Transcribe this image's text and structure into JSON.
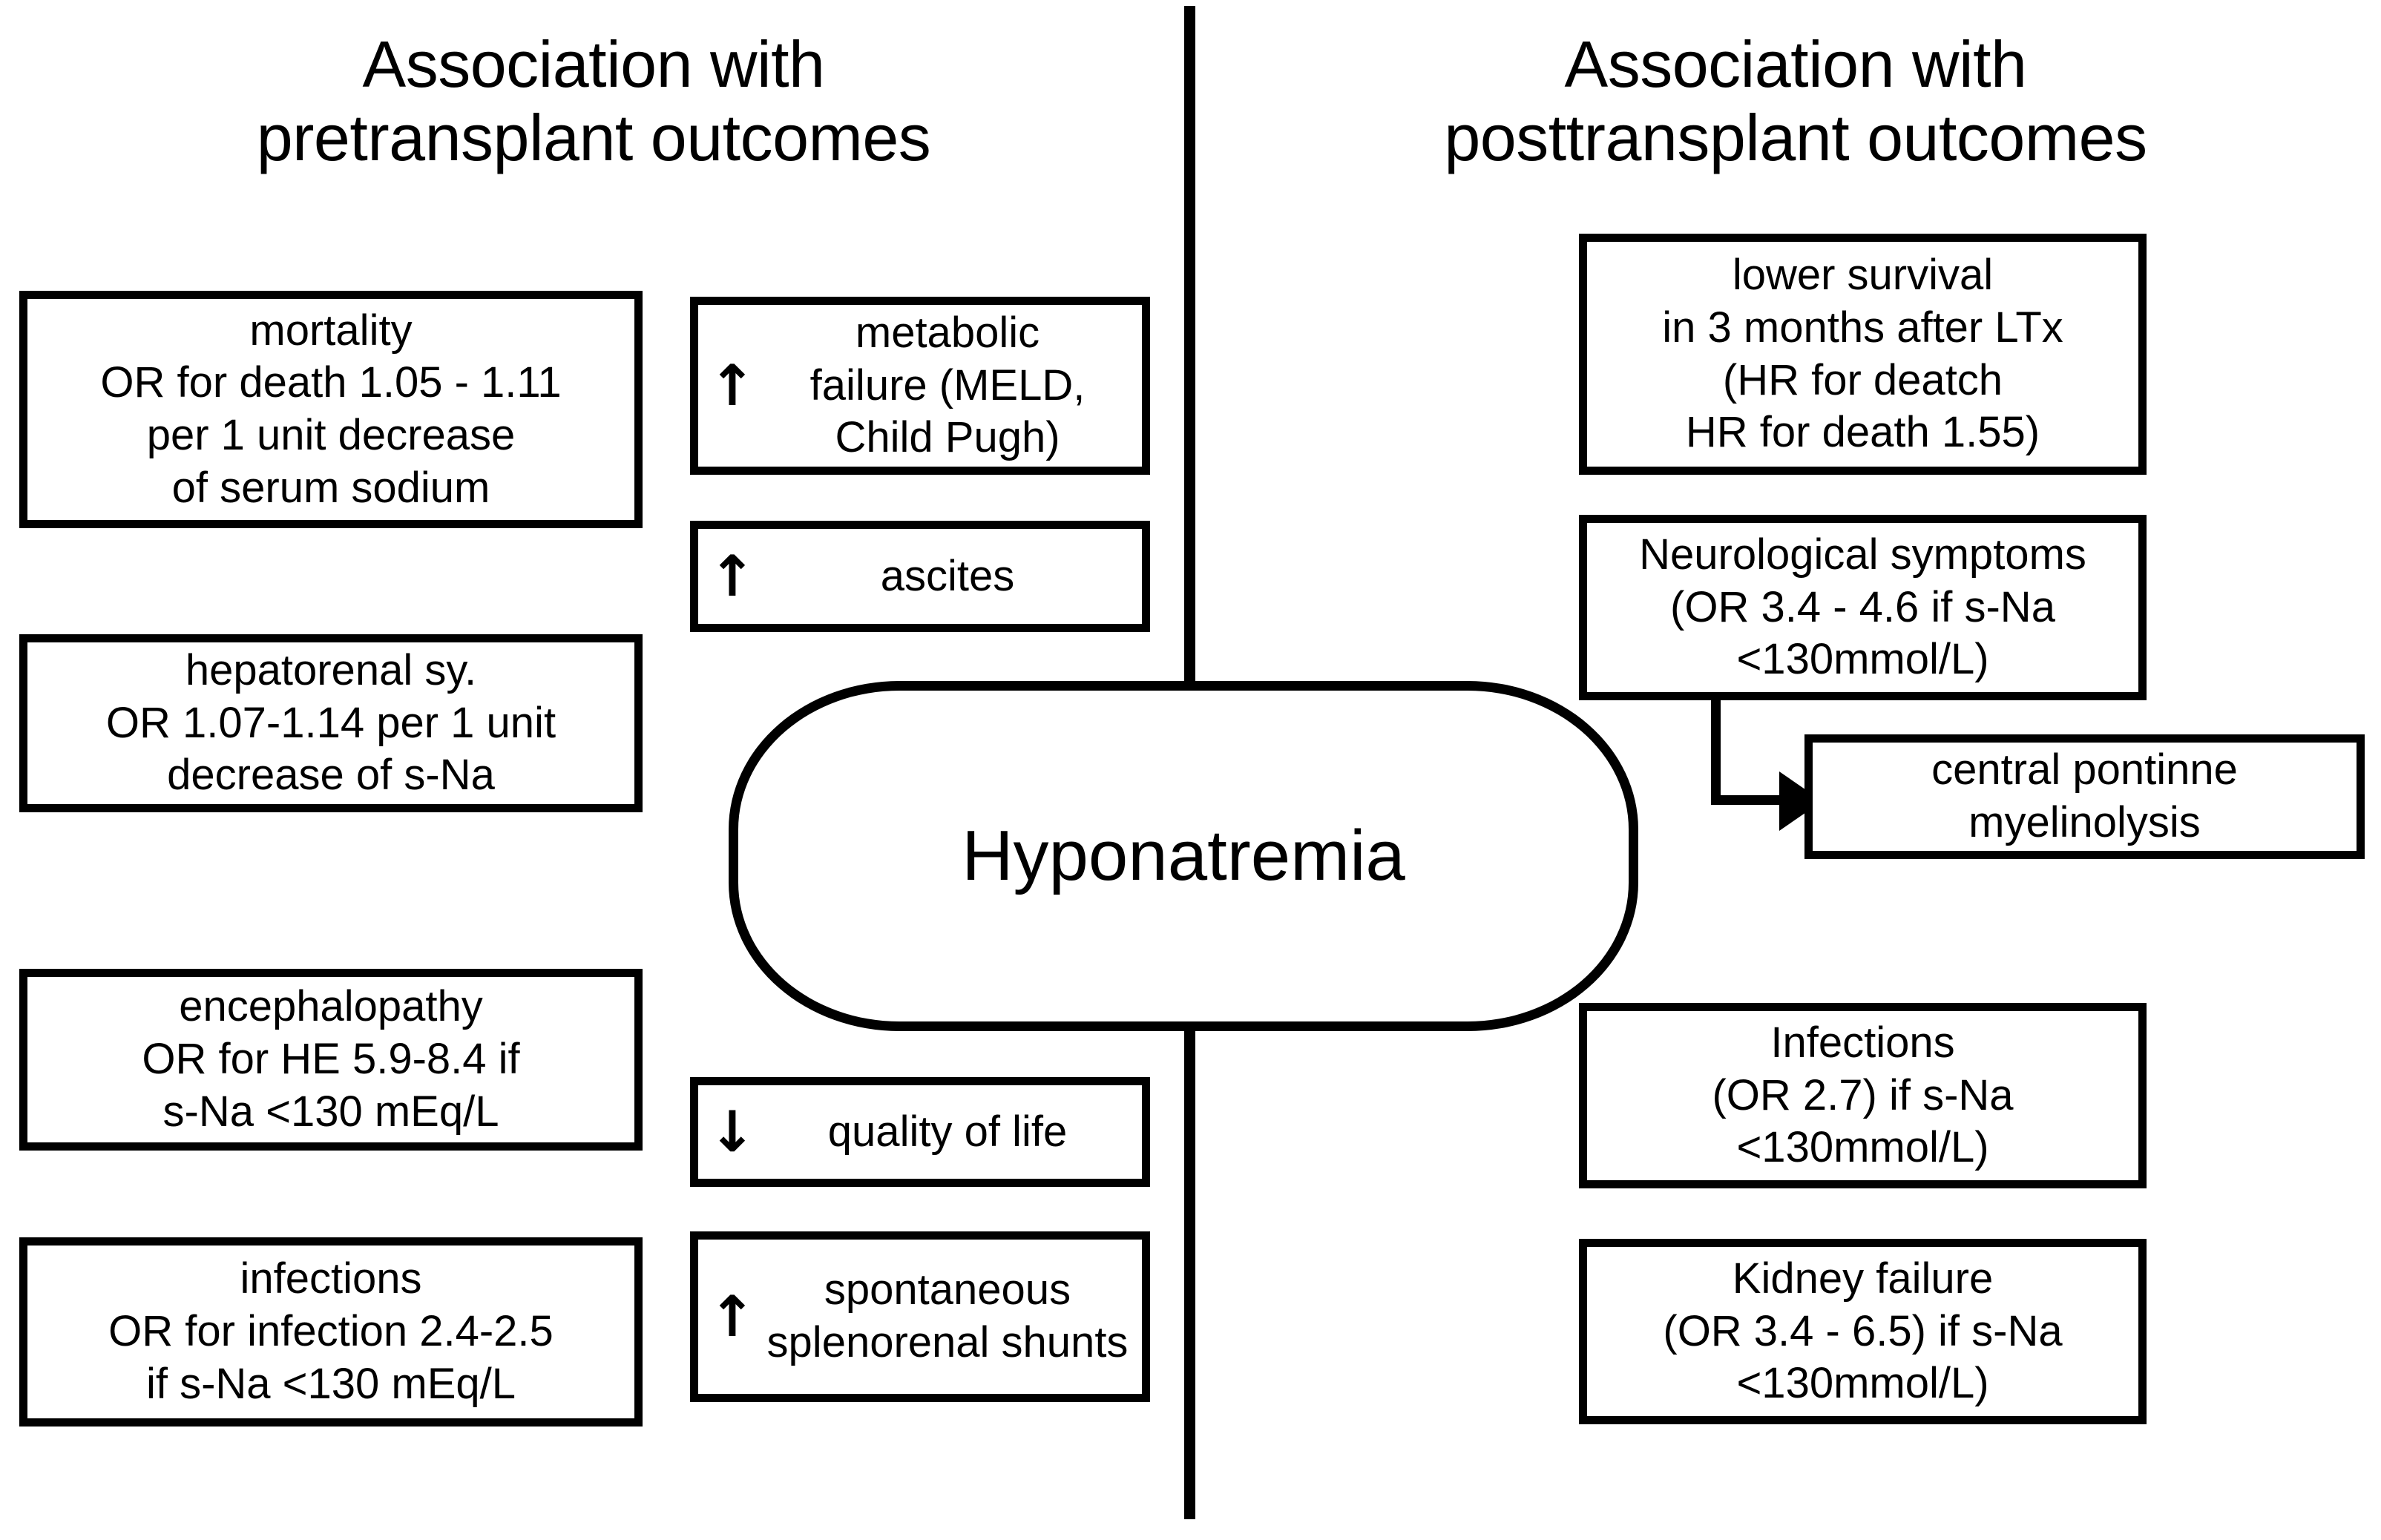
{
  "headings": {
    "left": "Association with\npretransplant outcomes",
    "right": "Association with\nposttransplant outcomes"
  },
  "center": {
    "label": "Hyponatremia",
    "shape": "rounded-rectangle"
  },
  "colors": {
    "stroke": "#000000",
    "background": "#ffffff",
    "text": "#000000"
  },
  "pretransplant": {
    "boxes": [
      {
        "name": "mortality",
        "text": "mortality\nOR for death 1.05 - 1.11\nper 1 unit decrease\nof serum sodium",
        "arrow": ""
      },
      {
        "name": "hepatorenal-syndrome",
        "text": "hepatorenal sy.\nOR 1.07-1.14 per 1 unit\ndecrease of s-Na",
        "arrow": ""
      },
      {
        "name": "encephalopathy",
        "text": "encephalopathy\nOR for HE 5.9-8.4 if\ns-Na <130 mEq/L",
        "arrow": ""
      },
      {
        "name": "infections",
        "text": "infections\nOR for infection 2.4-2.5\nif s-Na <130 mEq/L",
        "arrow": ""
      }
    ]
  },
  "pretransplant_middle": {
    "boxes": [
      {
        "name": "metabolic-failure",
        "text": "metabolic\nfailure (MELD,\nChild Pugh)",
        "arrow": "↑",
        "arrow_direction": "up"
      },
      {
        "name": "ascites",
        "text": "ascites",
        "arrow": "↑",
        "arrow_direction": "up"
      },
      {
        "name": "quality-of-life",
        "text": "quality of life",
        "arrow": "↓",
        "arrow_direction": "down"
      },
      {
        "name": "spontaneous-splenorenal-shunts",
        "text": "spontaneous\nsplenorenal shunts",
        "arrow": "↑",
        "arrow_direction": "up"
      }
    ]
  },
  "posttransplant": {
    "boxes": [
      {
        "name": "lower-survival",
        "text": "lower survival\nin 3 months after LTx\n(HR for deatch\nHR for death 1.55)"
      },
      {
        "name": "neurological-symptoms",
        "text": "Neurological symptoms\n(OR 3.4 - 4.6 if s-Na\n<130mmol/L)"
      },
      {
        "name": "central-pontinne-myelinolysis",
        "text": "central pontinne\nmyelinolysis"
      },
      {
        "name": "infections",
        "text": "Infections\n(OR 2.7) if s-Na\n<130mmol/L)"
      },
      {
        "name": "kidney-failure",
        "text": "Kidney failure\n(OR 3.4 - 6.5) if s-Na\n<130mmol/L)"
      }
    ]
  }
}
